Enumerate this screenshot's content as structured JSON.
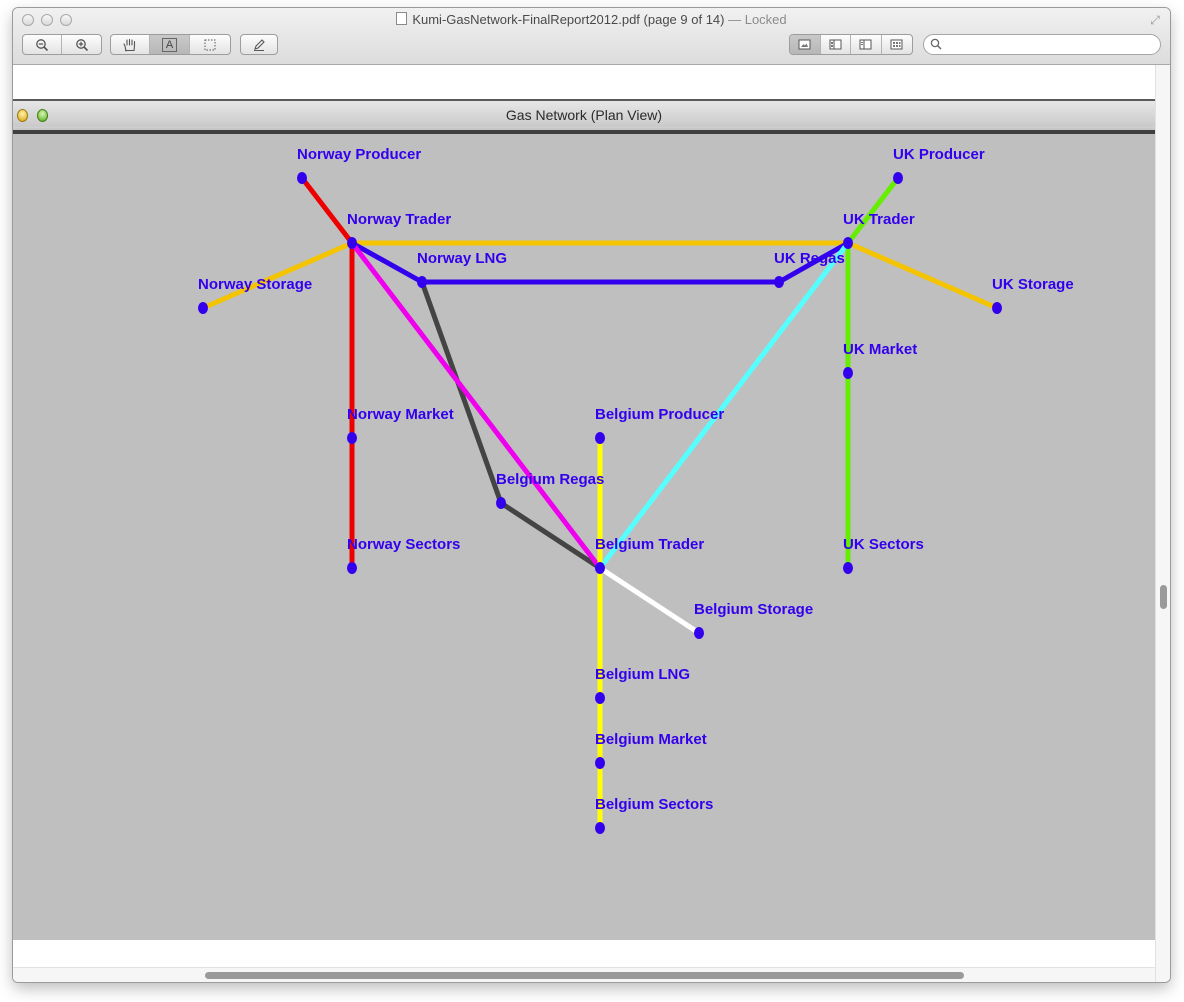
{
  "window": {
    "title": "Kumi-GasNetwork-FinalReport2012.pdf (page 9 of 14)",
    "locked_label": "— Locked"
  },
  "toolbar": {
    "zoom_out_icon": "zoom-out-icon",
    "zoom_in_icon": "zoom-in-icon",
    "hand_tool_icon": "hand-icon",
    "text_tool_label": "A",
    "select_tool_icon": "rect-select-icon",
    "annotate_icon": "pencil-icon",
    "view_modes": [
      "single-page-icon",
      "sidebar-thumbnails-icon",
      "sidebar-toc-icon",
      "contact-sheet-icon"
    ],
    "search_placeholder": ""
  },
  "inner_window": {
    "title": "Gas Network (Plan View)"
  },
  "network": {
    "node_color": "#3300ee",
    "nodes": [
      {
        "id": "norway-producer",
        "label": "Norway Producer"
      },
      {
        "id": "norway-trader",
        "label": "Norway Trader"
      },
      {
        "id": "norway-lng",
        "label": "Norway LNG"
      },
      {
        "id": "norway-storage",
        "label": "Norway Storage"
      },
      {
        "id": "norway-market",
        "label": "Norway Market"
      },
      {
        "id": "norway-sectors",
        "label": "Norway Sectors"
      },
      {
        "id": "uk-producer",
        "label": "UK Producer"
      },
      {
        "id": "uk-trader",
        "label": "UK Trader"
      },
      {
        "id": "uk-regas",
        "label": "UK Regas"
      },
      {
        "id": "uk-storage",
        "label": "UK Storage"
      },
      {
        "id": "uk-market",
        "label": "UK Market"
      },
      {
        "id": "uk-sectors",
        "label": "UK Sectors"
      },
      {
        "id": "belgium-producer",
        "label": "Belgium Producer"
      },
      {
        "id": "belgium-regas",
        "label": "Belgium Regas"
      },
      {
        "id": "belgium-trader",
        "label": "Belgium Trader"
      },
      {
        "id": "belgium-storage",
        "label": "Belgium Storage"
      },
      {
        "id": "belgium-lng",
        "label": "Belgium LNG"
      },
      {
        "id": "belgium-market",
        "label": "Belgium Market"
      },
      {
        "id": "belgium-sectors",
        "label": "Belgium Sectors"
      }
    ],
    "edges": [
      {
        "from": "norway-producer",
        "to": "norway-trader",
        "color": "#ee0000"
      },
      {
        "from": "norway-trader",
        "to": "norway-market",
        "color": "#ee0000"
      },
      {
        "from": "norway-market",
        "to": "norway-sectors",
        "color": "#ee0000"
      },
      {
        "from": "norway-storage",
        "to": "norway-trader",
        "color": "#f5c400"
      },
      {
        "from": "norway-trader",
        "to": "uk-trader",
        "color": "#f5c400"
      },
      {
        "from": "uk-trader",
        "to": "uk-storage",
        "color": "#f5c400"
      },
      {
        "from": "norway-trader",
        "to": "norway-lng",
        "color": "#3300ee"
      },
      {
        "from": "norway-lng",
        "to": "uk-regas",
        "color": "#3300ee"
      },
      {
        "from": "uk-regas",
        "to": "uk-trader",
        "color": "#3300ee"
      },
      {
        "from": "uk-producer",
        "to": "uk-trader",
        "color": "#66ee00"
      },
      {
        "from": "uk-trader",
        "to": "uk-market",
        "color": "#66ee00"
      },
      {
        "from": "uk-market",
        "to": "uk-sectors",
        "color": "#66ee00"
      },
      {
        "from": "norway-lng",
        "to": "belgium-regas",
        "color": "#444444"
      },
      {
        "from": "belgium-regas",
        "to": "belgium-trader",
        "color": "#444444"
      },
      {
        "from": "norway-trader",
        "to": "belgium-trader",
        "color": "#ee00ee"
      },
      {
        "from": "uk-trader",
        "to": "belgium-trader",
        "color": "#55ffff"
      },
      {
        "from": "belgium-producer",
        "to": "belgium-trader",
        "color": "#ffff00"
      },
      {
        "from": "belgium-trader",
        "to": "belgium-lng",
        "color": "#ffff00"
      },
      {
        "from": "belgium-lng",
        "to": "belgium-market",
        "color": "#ffff00"
      },
      {
        "from": "belgium-market",
        "to": "belgium-sectors",
        "color": "#ffff00"
      },
      {
        "from": "belgium-trader",
        "to": "belgium-storage",
        "color": "#ffffff"
      }
    ]
  }
}
